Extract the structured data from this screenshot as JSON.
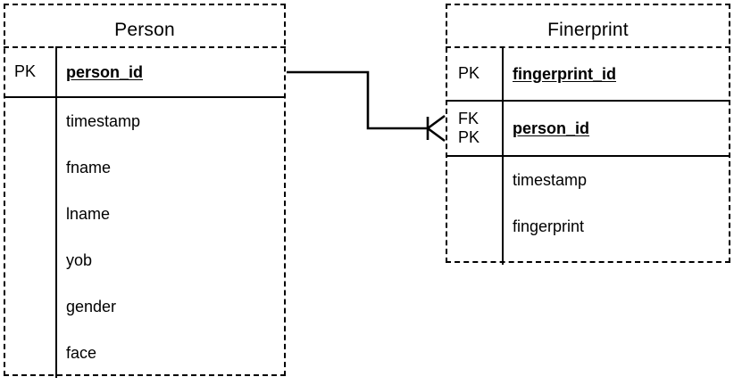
{
  "diagram": {
    "type": "entity-relationship-diagram",
    "notation": "crow-foot",
    "entities": [
      {
        "id": "person",
        "title": "Person",
        "rows": [
          {
            "keys": [
              "PK"
            ],
            "name": "person_id",
            "is_key": true
          },
          {
            "keys": [],
            "name": "timestamp",
            "is_key": false
          },
          {
            "keys": [],
            "name": "fname",
            "is_key": false
          },
          {
            "keys": [],
            "name": "lname",
            "is_key": false
          },
          {
            "keys": [],
            "name": "yob",
            "is_key": false
          },
          {
            "keys": [],
            "name": "gender",
            "is_key": false
          },
          {
            "keys": [],
            "name": "face",
            "is_key": false
          }
        ]
      },
      {
        "id": "fingerprint",
        "title": "Finerprint",
        "rows": [
          {
            "keys": [
              "PK"
            ],
            "name": "fingerprint_id",
            "is_key": true
          },
          {
            "keys": [
              "FK",
              "PK"
            ],
            "name": "person_id",
            "is_key": true
          },
          {
            "keys": [],
            "name": "timestamp",
            "is_key": false
          },
          {
            "keys": [],
            "name": "fingerprint",
            "is_key": false
          }
        ]
      }
    ],
    "relationship": {
      "from_entity": "person",
      "from_attribute": "person_id",
      "to_entity": "fingerprint",
      "to_attribute": "person_id",
      "from_cardinality": "one",
      "to_cardinality": "many",
      "marker": "crow-foot"
    },
    "style": {
      "line_color": "#000000",
      "border_color": "#000000",
      "background": "#ffffff",
      "outer_border": "dashed",
      "inner_rules": "solid"
    }
  }
}
